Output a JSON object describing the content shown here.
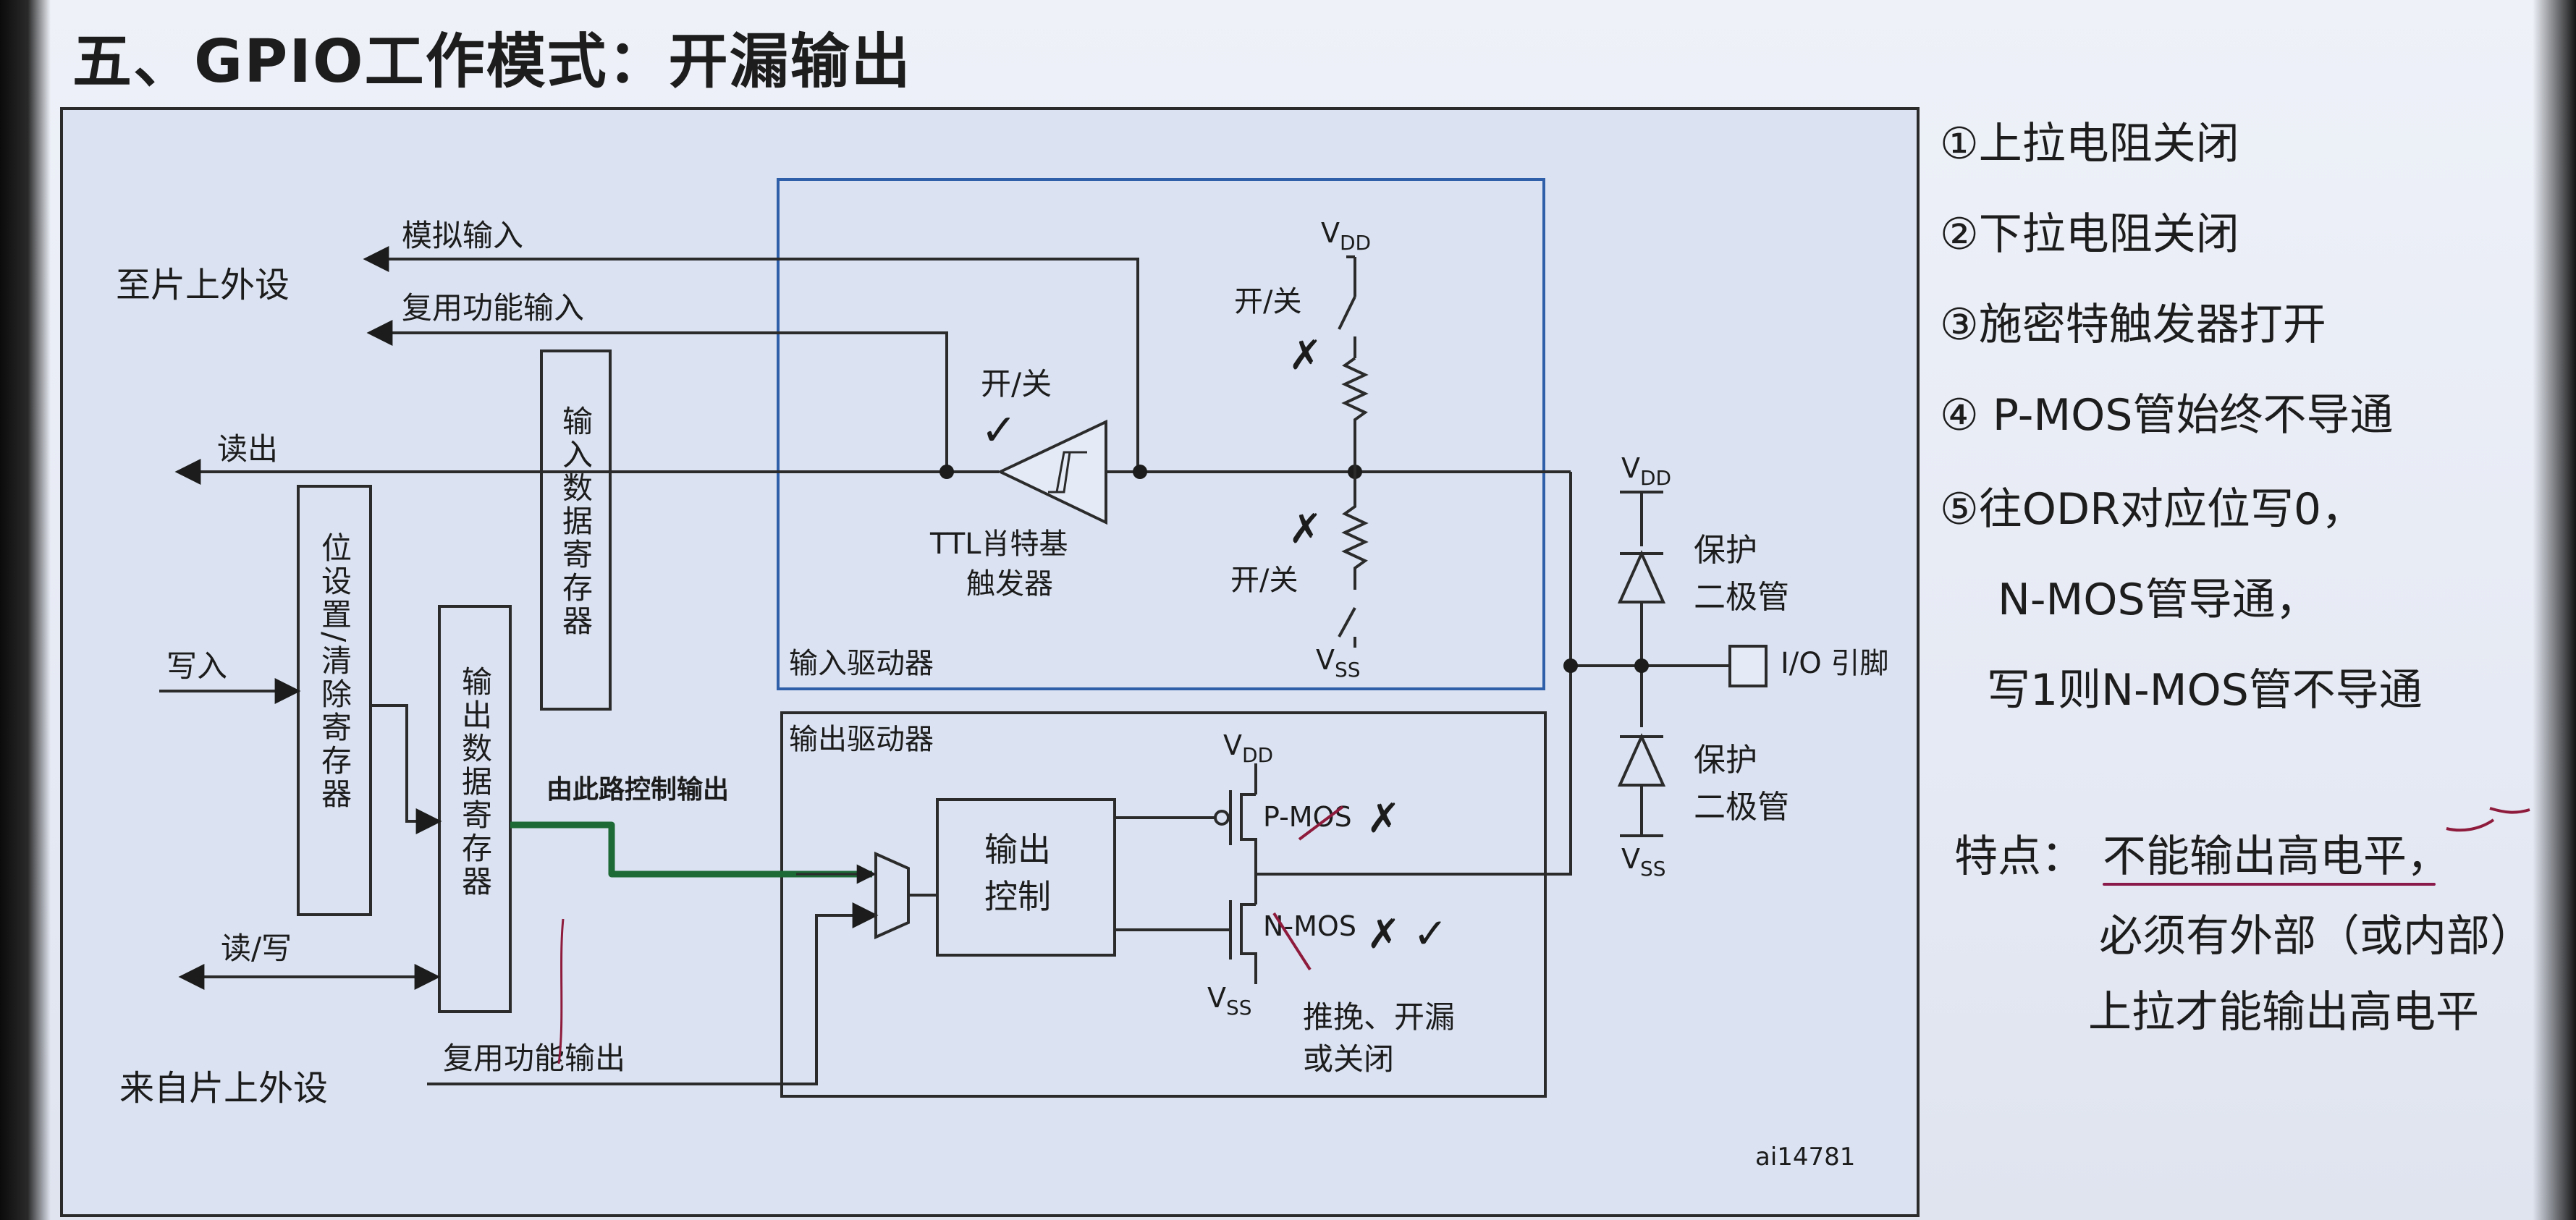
{
  "title": "五、GPIO工作模式：开漏输出",
  "diagram": {
    "left_labels": {
      "to_peripheral": "至片上外设",
      "from_peripheral": "来自片上外设"
    },
    "signals": {
      "analog_input": "模拟输入",
      "alt_func_input": "复用功能输入",
      "read": "读出",
      "write": "写入",
      "read_write": "读/写",
      "alt_func_output": "复用功能输出"
    },
    "registers": {
      "input_data": "输入数据寄存器",
      "bit_set_reset": "位设置/清除寄存器",
      "output_data": "输出数据寄存器"
    },
    "input_driver": {
      "label": "输入驱动器",
      "onoff_trigger": "开/关",
      "trigger_line1": "TTL肖特基",
      "trigger_line2": "触发器",
      "onoff_pullup": "开/关",
      "onoff_pulldown": "开/关",
      "vdd": "V",
      "vdd_sub": "DD",
      "vss": "V",
      "vss_sub": "SS"
    },
    "output_driver": {
      "label": "输出驱动器",
      "control_line1": "输出",
      "control_line2": "控制",
      "pmos": "P-MOS",
      "nmos": "N-MOS",
      "mode_line1": "推挽、开漏",
      "mode_line2": "或关闭",
      "vdd": "V",
      "vdd_sub": "DD",
      "vss": "V",
      "vss_sub": "SS"
    },
    "protection": {
      "vdd": "V",
      "vdd_sub": "DD",
      "vss": "V",
      "vss_sub": "SS",
      "diode_top_line1": "保护",
      "diode_top_line2": "二极管",
      "diode_bottom_line1": "保护",
      "diode_bottom_line2": "二极管",
      "io_pin": "I/O 引脚"
    },
    "annotation_path": "由此路控制输出",
    "figure_id": "ai14781",
    "marks": {
      "check": "✓",
      "cross": "✗"
    },
    "colors": {
      "box_blue": "#2f5fa8",
      "annotation_green": "#1d6a36",
      "check_teal": "#1f7a6a",
      "cross_red": "#8e1b3c"
    }
  },
  "notes": [
    "①上拉电阻关闭",
    "②下拉电阻关闭",
    "③施密特触发器打开",
    "④ P-MOS管始终不导通",
    "⑤往ODR对应位写0，",
    "N-MOS管导通，",
    "写1则N-MOS管不导通"
  ],
  "feature": {
    "label": "特点：",
    "line1": "不能输出高电平，",
    "line2": "必须有外部（或内部）",
    "line3": "上拉才能输出高电平"
  }
}
